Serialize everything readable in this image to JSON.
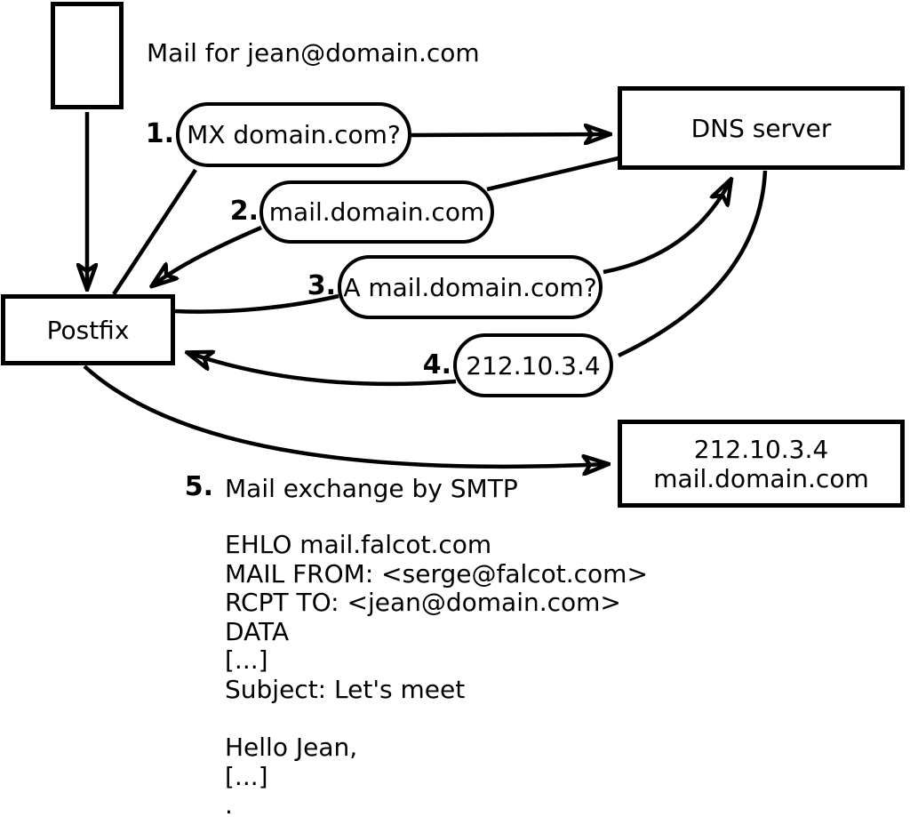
{
  "diagram": {
    "mail_label": "Mail for jean@domain.com",
    "nodes": {
      "postfix": "Postfix",
      "dns": "DNS server",
      "mailserver_ip": "212.10.3.4",
      "mailserver_host": "mail.domain.com"
    },
    "steps": [
      {
        "num": "1.",
        "label": "MX domain.com?"
      },
      {
        "num": "2.",
        "label": "mail.domain.com"
      },
      {
        "num": "3.",
        "label": "A mail.domain.com?"
      },
      {
        "num": "4.",
        "label": "212.10.3.4"
      },
      {
        "num": "5.",
        "label": "Mail exchange by SMTP"
      }
    ],
    "smtp_session": [
      "EHLO mail.falcot.com",
      "MAIL FROM: <serge@falcot.com>",
      "RCPT TO: <jean@domain.com>",
      "DATA",
      "[...]",
      "Subject: Let's meet",
      "",
      "Hello Jean,",
      "[...]",
      "."
    ],
    "colors": {
      "line": "#000000",
      "background": "#ffffff"
    }
  }
}
